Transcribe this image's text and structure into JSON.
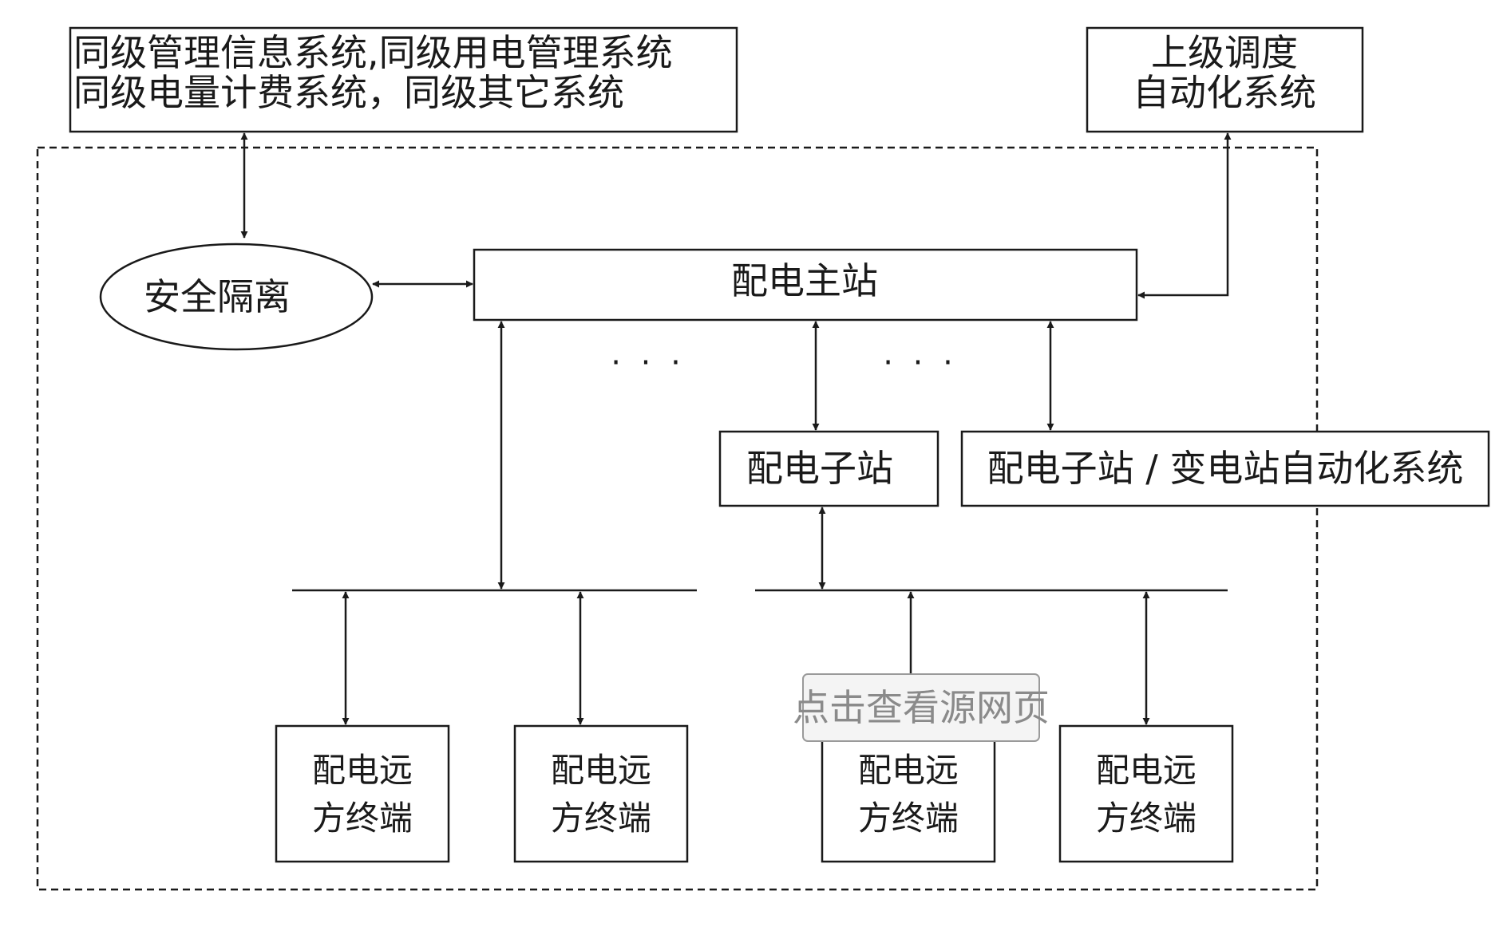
{
  "nodes": {
    "peer_systems": {
      "line1": "同级管理信息系统,同级用电管理系统",
      "line2": "同级电量计费系统，同级其它系统"
    },
    "upper_dispatch": {
      "line1": "上级调度",
      "line2": "自动化系统"
    },
    "security_isolation": {
      "label": "安全隔离"
    },
    "master_station": {
      "label": "配电主站"
    },
    "substation": {
      "label": "配电子站"
    },
    "substation_automation": {
      "label": "配电子站 / 变电站自动化系统"
    },
    "rtu": {
      "line1": "配电远",
      "line2": "方终端"
    }
  },
  "ellipsis": "· · ·",
  "overlay_link": {
    "label": "点击查看源网页"
  }
}
